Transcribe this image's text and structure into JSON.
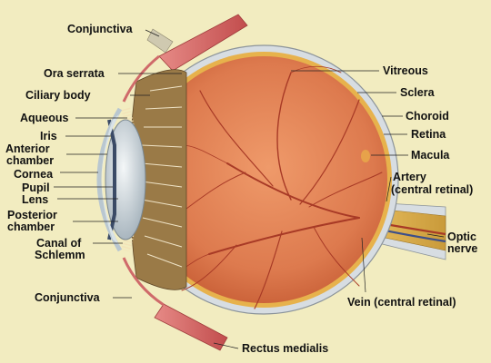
{
  "labels": {
    "conjunctiva_top": "Conjunctiva",
    "ora_serrata": "Ora serrata",
    "ciliary_body": "Ciliary body",
    "aqueous": "Aqueous",
    "iris": "Iris",
    "anterior_chamber_1": "Anterior",
    "anterior_chamber_2": "chamber",
    "cornea": "Cornea",
    "pupil": "Pupil",
    "lens": "Lens",
    "posterior_chamber_1": "Posterior",
    "posterior_chamber_2": "chamber",
    "canal_1": "Canal of",
    "canal_2": "Schlemm",
    "conjunctiva_bottom": "Conjunctiva",
    "rectus_medialis": "Rectus medialis",
    "vitreous": "Vitreous",
    "sclera": "Sclera",
    "choroid": "Choroid",
    "retina": "Retina",
    "macula": "Macula",
    "artery_1": "Artery",
    "artery_2": "(central retinal)",
    "optic_1": "Optic",
    "optic_2": "nerve",
    "vein": "Vein (central retinal)"
  },
  "colors": {
    "background": "#f2ecc0",
    "sclera": "#d7dde2",
    "choroid": "#e7b24c",
    "retina_fill": "#dd7a4e",
    "vessels": "#a83a26",
    "ciliary": "#9a7a47",
    "lens": "#cfd8de",
    "muscle": "#d96a6a",
    "leader": "#222222"
  }
}
